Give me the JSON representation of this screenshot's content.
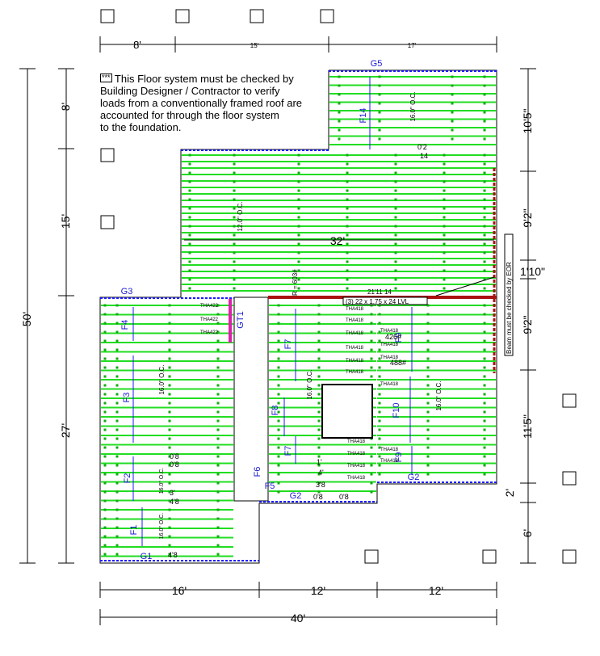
{
  "note": {
    "stars": "***",
    "lines": [
      "This Floor system must be checked by",
      "Building Designer / Contractor to verify",
      "loads from a conventionally framed roof are",
      "accounted for through the floor system",
      "to the foundation."
    ]
  },
  "top_dims": [
    "8'",
    "15'",
    "17'"
  ],
  "bottom_dims": [
    "16'",
    "12'",
    "12'"
  ],
  "overall_width": "40'",
  "overall_depth": "50'",
  "left_dims": [
    "8'",
    "15'",
    "27'"
  ],
  "right_dims": [
    "10'5\"",
    "9'2\"",
    "1'10\"",
    "9'2\"",
    "11'5\"",
    "2'",
    "6'"
  ],
  "girders": [
    "G5",
    "G3",
    "G1",
    "G2",
    "G2",
    "GT1"
  ],
  "floor_labels": [
    "F14",
    "F4",
    "F3",
    "F2",
    "F1",
    "F7",
    "F8",
    "F7",
    "F6",
    "F5",
    "F9",
    "F10",
    "F9"
  ],
  "spacing": {
    "twelve": "12.0\" O.C.",
    "sixteen": "16.0\" O.C."
  },
  "span_label": "32'",
  "beam": {
    "span": "21'11 14",
    "callout": "(3) 22  x 1.75  x 24  LVL",
    "reaction": "R = 603#",
    "warning": "Beam must be checked by EOR"
  },
  "hangers": [
    "THA422",
    "THA418"
  ],
  "small_dims": [
    "0'2",
    "14",
    "0'8",
    "0'8",
    "4'8",
    "4'",
    "3'8",
    "0'8",
    "0'8",
    "1'",
    "3'",
    "4'8",
    "426#",
    "488#"
  ]
}
